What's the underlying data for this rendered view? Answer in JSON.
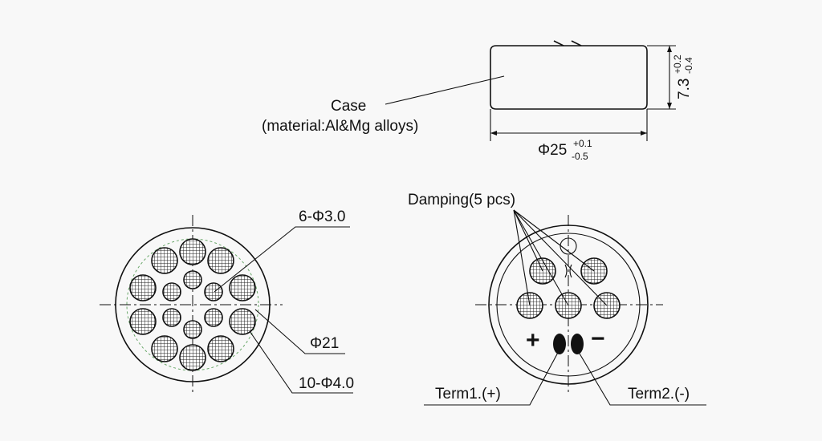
{
  "side_view": {
    "case_label": "Case",
    "material_label": "(material:Al&Mg alloys)",
    "diameter_main": "Φ25",
    "diameter_tol_upper": "+0.1",
    "diameter_tol_lower": "-0.5",
    "height_main": "7.3",
    "height_tol_upper": "+0.2",
    "height_tol_lower": "-0.4"
  },
  "front_view": {
    "holes_small_label": "6-Φ3.0",
    "holes_large_label": "10-Φ4.0",
    "inner_diameter_label": "Φ21"
  },
  "back_view": {
    "damping_label": "Damping(5 pcs)",
    "plus_symbol": "+",
    "minus_symbol": "−",
    "term1_label": "Term1.(+)",
    "term2_label": "Term2.(-)"
  },
  "colors": {
    "line": "#111111",
    "background": "#f8f8f8",
    "dotted_circle": "#6aa86a"
  }
}
